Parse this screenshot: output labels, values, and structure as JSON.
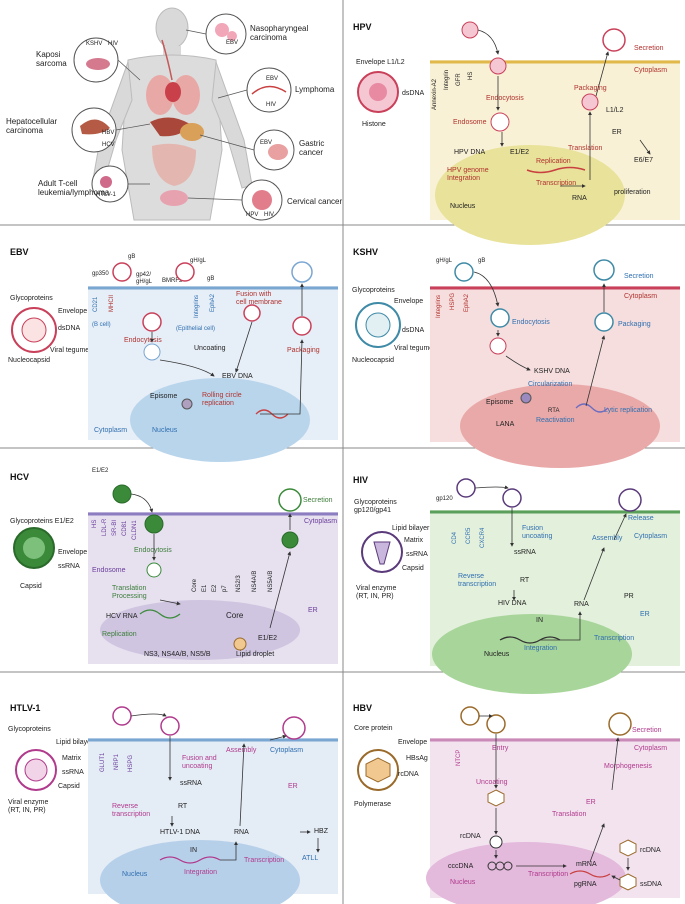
{
  "colors": {
    "hpv_bg": "#f9f1d5",
    "hpv_nucleus": "#e8e29a",
    "ebv_bg": "#e6eef7",
    "ebv_nucleus": "#b9d5ec",
    "kshv_bg": "#f6dede",
    "kshv_nucleus": "#e9a9a9",
    "hcv_bg": "#e6e0ef",
    "hcv_nucleus": "#cfc5e0",
    "hiv_bg": "#e3f0dc",
    "hiv_nucleus": "#a8d59a",
    "htlv_bg": "#e4ecf6",
    "htlv_nucleus": "#b7d0ea",
    "hbv_bg": "#f3e3ef",
    "hbv_nucleus": "#e3b9dc",
    "membrane": "#e0b94a",
    "virus_red": "#c9405a",
    "virus_green": "#3a8a3a"
  },
  "overview": {
    "diseases": {
      "kaposi": "Kaposi\nsarcoma",
      "hepatocellular": "Hepatocellular\ncarcinoma",
      "atll": "Adult T-cell\nleukemia/lymphoma",
      "nasopharyngeal": "Nasopharyngeal\ncarcinoma",
      "lymphoma": "Lymphoma",
      "gastric": "Gastric\ncancer",
      "cervical": "Cervical cancer"
    },
    "virus_tags": {
      "kshv": "KSHV",
      "hiv": "HIV",
      "hbv": "HBV",
      "hcv": "HCV",
      "htlv": "HTLV-1",
      "ebv": "EBV",
      "hpv": "HPV"
    }
  },
  "hpv": {
    "title": "HPV",
    "virion": [
      "Envelope L1/L2",
      "dsDNA",
      "Histone"
    ],
    "receptors": [
      "Annexin-A2",
      "Integrin",
      "GFR",
      "HS"
    ],
    "labels": {
      "endocytosis": "Endocytosis",
      "endosome": "Endosome",
      "hpv_dna": "HPV DNA",
      "e1e2": "E1/E2",
      "replication": "Replication",
      "integration": "HPV genome\nIntegration",
      "nucleus": "Nucleus",
      "transcription": "Transcription",
      "rna": "RNA",
      "translation": "Translation",
      "er": "ER",
      "packaging": "Packaging",
      "l1l2": "L1/L2",
      "secretion": "Secretion",
      "cytoplasm": "Cytoplasm",
      "e6e7": "E6/E7",
      "proliferation": "proliferation"
    }
  },
  "ebv": {
    "title": "EBV",
    "virion": [
      "Glycoproteins",
      "Envelope",
      "dsDNA",
      "Viral tegument",
      "Nucleocapsid"
    ],
    "receptors": [
      "gp350",
      "CD21",
      "MHCII",
      "gB",
      "gp42/\ngH/gL",
      "(B cell)",
      "gH/gL",
      "BMRF2",
      "gB",
      "Integrins",
      "EphA2",
      "(Epithelial cell)"
    ],
    "labels": {
      "endocytosis": "Endocytosis",
      "fusion": "Fusion with\ncell membrane",
      "uncoating": "Uncoating",
      "ebv_dna": "EBV DNA",
      "episome": "Episome",
      "rolling": "Rolling circle\nreplication",
      "packaging": "Packaging",
      "cytoplasm": "Cytoplasm",
      "nucleus": "Nucleus"
    }
  },
  "kshv": {
    "title": "KSHV",
    "virion": [
      "Glycoproteins",
      "Envelope",
      "dsDNA",
      "Viral tegument",
      "Nucleocapsid"
    ],
    "receptors": [
      "gH/gL",
      "gB",
      "Integrins",
      "HSPG",
      "EphA2"
    ],
    "labels": {
      "secretion": "Secretion",
      "cytoplasm": "Cytoplasm",
      "endocytosis": "Endocytosis",
      "packaging": "Packaging",
      "kshv_dna": "KSHV DNA",
      "circularization": "Circularization",
      "episome": "Episome",
      "rta": "RTA",
      "lana": "LANA",
      "reactivation": "Reactivation",
      "lytic": "Lytic replication"
    }
  },
  "hcv": {
    "title": "HCV",
    "virion": [
      "Glycoproteins E1/E2",
      "Envelope",
      "ssRNA",
      "Capsid"
    ],
    "receptors": [
      "E1/E2",
      "HS",
      "LDL-R",
      "SR-BI",
      "CD81",
      "CLDN1"
    ],
    "labels": {
      "endocytosis": "Endocytosis",
      "endosome": "Endosome",
      "translation": "Translation\nProcessing",
      "hcv_rna": "HCV RNA",
      "replication": "Replication",
      "core": "Core",
      "proteins_top": [
        "Core",
        "E1",
        "E2",
        "p7",
        "NS2/3",
        "NS4A/B",
        "NS5A/B"
      ],
      "ns": "NS3, NS4A/B, NS5/B",
      "lipid": "Lipid droplet",
      "e1e2": "E1/E2",
      "er": "ER",
      "secretion": "Secretion",
      "cytoplasm": "Cytoplasm"
    }
  },
  "hiv": {
    "title": "HIV",
    "virion": [
      "Glycoproteins\ngp120/gp41",
      "Lipid bilayer",
      "Matrix",
      "ssRNA",
      "Capsid",
      "Viral enzyme\n(RT, IN, PR)"
    ],
    "receptors": [
      "gp120",
      "CD4",
      "CCR5",
      "CXCR4"
    ],
    "labels": {
      "fusion": "Fusion\nuncoating",
      "ssrna": "ssRNA",
      "reverse": "Reverse\ntranscription",
      "rt": "RT",
      "hiv_dna": "HIV DNA",
      "in": "IN",
      "integration": "Integration",
      "nucleus": "Nucleus",
      "rna": "RNA",
      "transcription": "Transcription",
      "assembly": "Assembly",
      "pr": "PR",
      "er": "ER",
      "cytoplasm": "Cytoplasm",
      "release": "Release"
    }
  },
  "htlv": {
    "title": "HTLV-1",
    "virion": [
      "Glycoproteins",
      "Lipid bilayer",
      "Matrix",
      "ssRNA",
      "Capsid",
      "Viral enzyme\n(RT, IN, PR)"
    ],
    "receptors": [
      "GLUT1",
      "NRP1",
      "HSPG"
    ],
    "labels": {
      "fusion": "Fusion and\nuncoating",
      "ssrna": "ssRNA",
      "rt": "RT",
      "reverse": "Reverse\ntranscription",
      "htlv_dna": "HTLV-1 DNA",
      "in": "IN",
      "integration": "Integration",
      "nucleus": "Nucleus",
      "rna": "RNA",
      "transcription": "Transcription",
      "assembly": "Assembly",
      "cytoplasm": "Cytoplasm",
      "er": "ER",
      "hbz": "HBZ",
      "atll": "ATLL"
    }
  },
  "hbv": {
    "title": "HBV",
    "virion": [
      "Core protein",
      "Envelope",
      "HBsAg",
      "rcDNA",
      "Polymerase"
    ],
    "receptors": [
      "NTCP"
    ],
    "labels": {
      "entry": "Entry",
      "uncoating": "Uncoating",
      "rcdna": "rcDNA",
      "cccdna": "cccDNA",
      "nucleus": "Nucleus",
      "transcription": "Transcription",
      "mrna": "mRNA",
      "pgrna": "pgRNA",
      "translation": "Translation",
      "er": "ER",
      "morphogenesis": "Morphogenesis",
      "rcdna2": "rcDNA",
      "ssdna": "ssDNA",
      "secretion": "Secretion",
      "cytoplasm": "Cytoplasm"
    }
  }
}
